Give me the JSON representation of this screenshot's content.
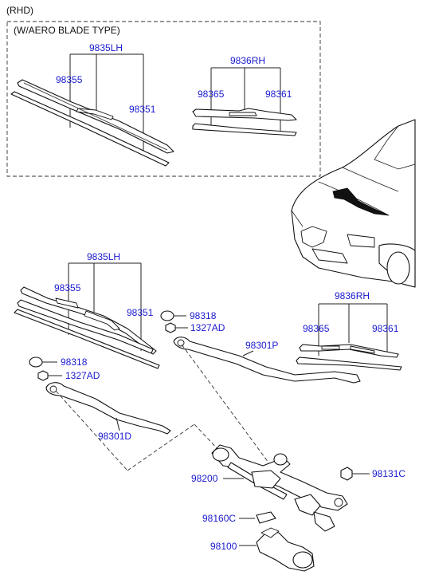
{
  "header": {
    "variant": "(RHD)"
  },
  "aero_box": {
    "title": "(W/AERO BLADE TYPE)",
    "lh_assembly": "9835LH",
    "lh_parts": [
      "98355",
      "98351"
    ],
    "rh_assembly": "9836RH",
    "rh_parts": [
      "98365",
      "98361"
    ]
  },
  "standard": {
    "lh_assembly": "9835LH",
    "lh_parts": [
      "98355",
      "98351"
    ],
    "rh_assembly": "9836RH",
    "rh_parts": [
      "98365",
      "98361"
    ],
    "cap_right": "98318",
    "nut_right": "1327AD",
    "arm_right": "98301P",
    "cap_left": "98318",
    "nut_left": "1327AD",
    "arm_left": "98301D",
    "linkage": "98200",
    "grommet": "98131C",
    "bushing": "98160C",
    "motor": "98100"
  },
  "colors": {
    "part_number": "#1a1ad0",
    "text": "#111111",
    "line": "#222222"
  }
}
